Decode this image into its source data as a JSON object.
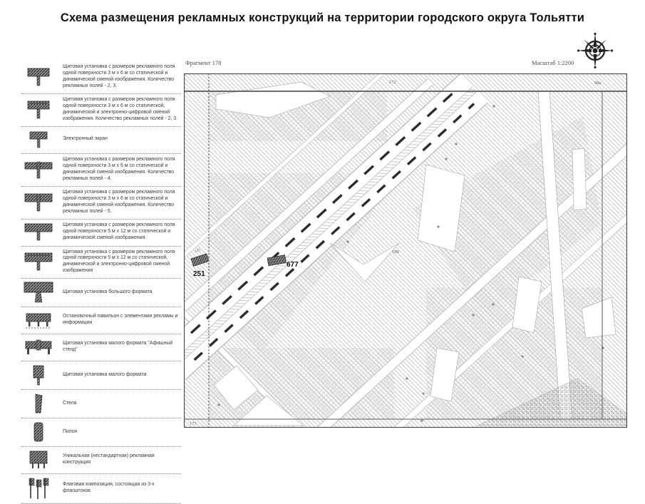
{
  "title": "Схема размещения рекламных конструкций на территории городского округа Тольятти",
  "legend": {
    "items": [
      {
        "icon": "billboard-3x6-icon",
        "label": "Щитовая установка с размером рекламного поля одной поверхности 3 м х 6 м со статической и динамической сменой изображения. Количество рекламных полей - 2, 3."
      },
      {
        "icon": "billboard-3x6-digital-icon",
        "label": "Щитовая установка с размером рекламного поля одной поверхности 3 м х 6 м со статической, динамической и электронно-цифровой сменой изображения. Количество рекламных полей - 2, 3."
      },
      {
        "icon": "electronic-screen-icon",
        "label": "Электронный экран"
      },
      {
        "icon": "billboard-3x6-4fields-icon",
        "label": "Щитовая установка с размером рекламного поля одной поверхности 3 м х 6 м со статической и динамической сменой изображения. Количество рекламных полей - 4."
      },
      {
        "icon": "billboard-3x6-5fields-icon",
        "label": "Щитовая установка с размером рекламного поля одной поверхности 3 м х 6 м со статической и динамической сменой изображения. Количество рекламных полей - 5."
      },
      {
        "icon": "billboard-5x12-icon",
        "label": "Щитовая установка с размером рекламного поля одной поверхности 5 м х 12 м со статической и динамической сменой изображения."
      },
      {
        "icon": "billboard-5x12-digital-icon",
        "label": "Щитовая установка с размером рекламного поля одной поверхности 5 м х 12 м со статической, динамической и электронно-цифровой сменой изображения"
      },
      {
        "icon": "large-format-billboard-icon",
        "label": "Щитовая установка большого формата"
      },
      {
        "icon": "bus-shelter-icon",
        "label": "Остановочный павильон с элементами рекламы и информации"
      },
      {
        "icon": "poster-stand-icon",
        "label": "Щитовая установка малого формата \"Афишный стенд\""
      },
      {
        "icon": "small-format-billboard-icon",
        "label": "Щитовая установка малого формата"
      },
      {
        "icon": "stela-icon",
        "label": "Стела"
      },
      {
        "icon": "pylon-icon",
        "label": "Пилон"
      },
      {
        "icon": "unique-construction-icon",
        "label": "Уникальная (нестандартная) рекламная конструкция"
      },
      {
        "icon": "flag-composition-icon",
        "label": "Флаговая композиция, состоящая из 3-х флагштоков"
      }
    ]
  },
  "map": {
    "fragment": "Фрагмент 178",
    "scale": "Масштаб 1:2200",
    "labels": [
      {
        "text": "172"
      },
      {
        "text": "98а"
      },
      {
        "text": "173"
      },
      {
        "text": "121"
      },
      {
        "text": "188"
      }
    ],
    "markers": [
      {
        "id": "251"
      },
      {
        "id": "677"
      }
    ]
  }
}
